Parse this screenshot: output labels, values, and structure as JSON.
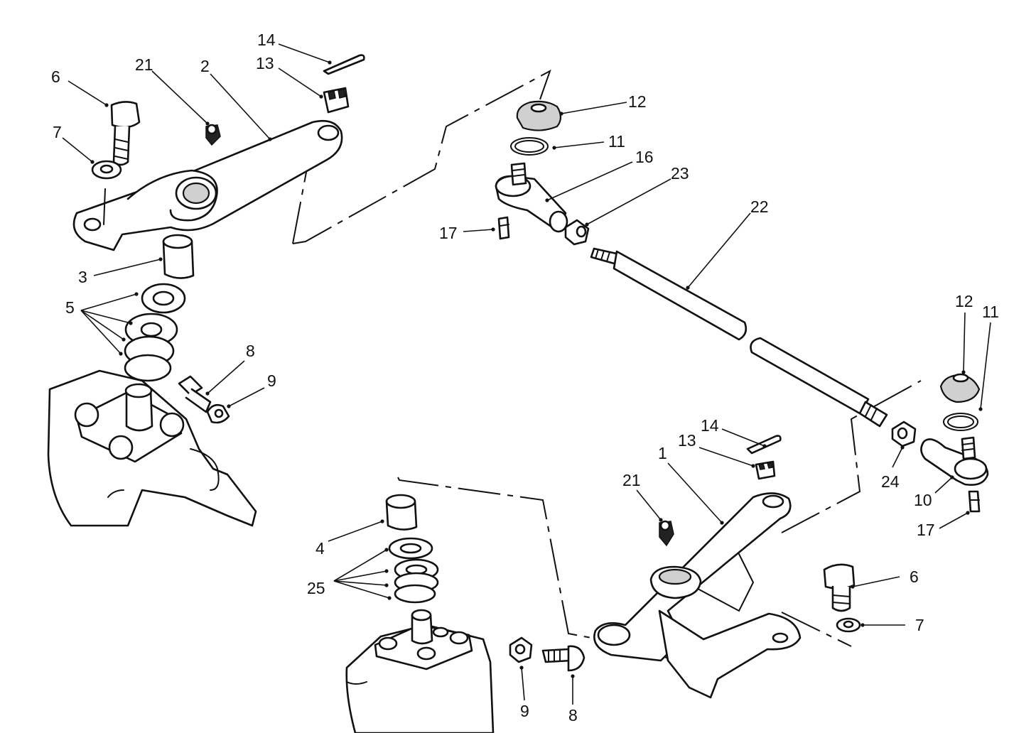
{
  "callouts": {
    "p14a": "14",
    "p13a": "13",
    "p21a": "21",
    "p2": "2",
    "p6a": "6",
    "p7a": "7",
    "p3": "3",
    "p5": "5",
    "p8a": "8",
    "p9a": "9",
    "p12a": "12",
    "p11a": "11",
    "p16": "16",
    "p23": "23",
    "p17a": "17",
    "p22": "22",
    "p12b": "12",
    "p11b": "11",
    "p24": "24",
    "p10": "10",
    "p17b": "17",
    "p14b": "14",
    "p13b": "13",
    "p1": "1",
    "p21b": "21",
    "p4": "4",
    "p25": "25",
    "p6b": "6",
    "p7b": "7",
    "p9b": "9",
    "p8b": "8"
  }
}
